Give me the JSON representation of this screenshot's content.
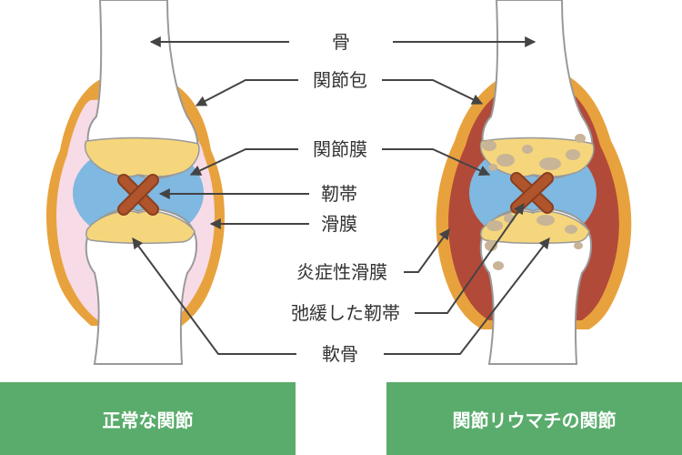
{
  "labels": {
    "bone": "骨",
    "joint_capsule": "関節包",
    "synovial_membrane": "関節膜",
    "ligament": "靭帯",
    "synovium": "滑膜",
    "inflamed_synovium": "炎症性滑膜",
    "loose_ligament": "弛緩した靭帯",
    "cartilage": "軟骨"
  },
  "captions": {
    "normal": "正常な関節",
    "rheumatoid": "関節リウマチの関節"
  },
  "colors": {
    "capsule_orange": "#e8a23d",
    "synovium_pink": "#f7dbe6",
    "fluid_blue": "#7fb8e0",
    "cartilage_yellow": "#f5d67c",
    "ligament_brown": "#b0542c",
    "inflamed_red": "#b24a3a",
    "erosion_tan": "#c8b496",
    "bone_outline": "#999999",
    "caption_green": "#5aac6c",
    "arrow_gray": "#444444"
  }
}
